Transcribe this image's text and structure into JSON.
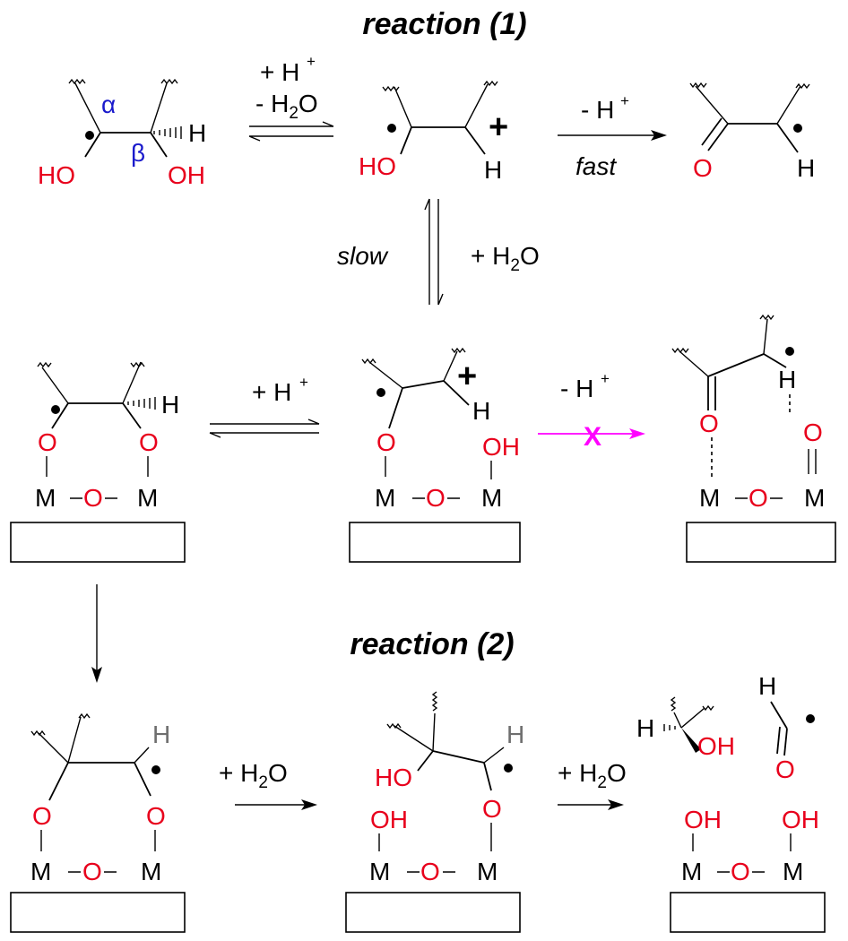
{
  "titles": {
    "reaction1": "reaction (1)",
    "reaction2": "reaction (2)"
  },
  "greek": {
    "alpha": "α",
    "beta": "β"
  },
  "atoms": {
    "HO": "HO",
    "OH": "OH",
    "O": "O",
    "H": "H",
    "M": "M",
    "plus": "+"
  },
  "arrow_labels": {
    "protonation_top": "+ H",
    "protonation_top_sup": "+",
    "dehydration": "- H",
    "dehydration_sub": "2",
    "dehydration_end": "O",
    "deprotonation": "- H",
    "deprotonation_sup": "+",
    "fast": "fast",
    "slow": "slow",
    "hydration": "+ H",
    "hydration_sub": "2",
    "hydration_end": "O",
    "surface_protonation": "+ H",
    "surface_protonation_sup": "+",
    "surface_deprotonation": "- H",
    "surface_deprotonation_sup": "+",
    "blocked_mark": "X",
    "water_step1": "+ H",
    "water_step1_sub": "2",
    "water_step1_end": "O",
    "water_step2": "+ H",
    "water_step2_sub": "2",
    "water_step2_end": "O"
  },
  "colors": {
    "oxygen": "#e8001c",
    "greek": "#1a1acc",
    "blocked_arrow": "#ff00ff",
    "aldehyde_h": "#6e6e6e"
  }
}
